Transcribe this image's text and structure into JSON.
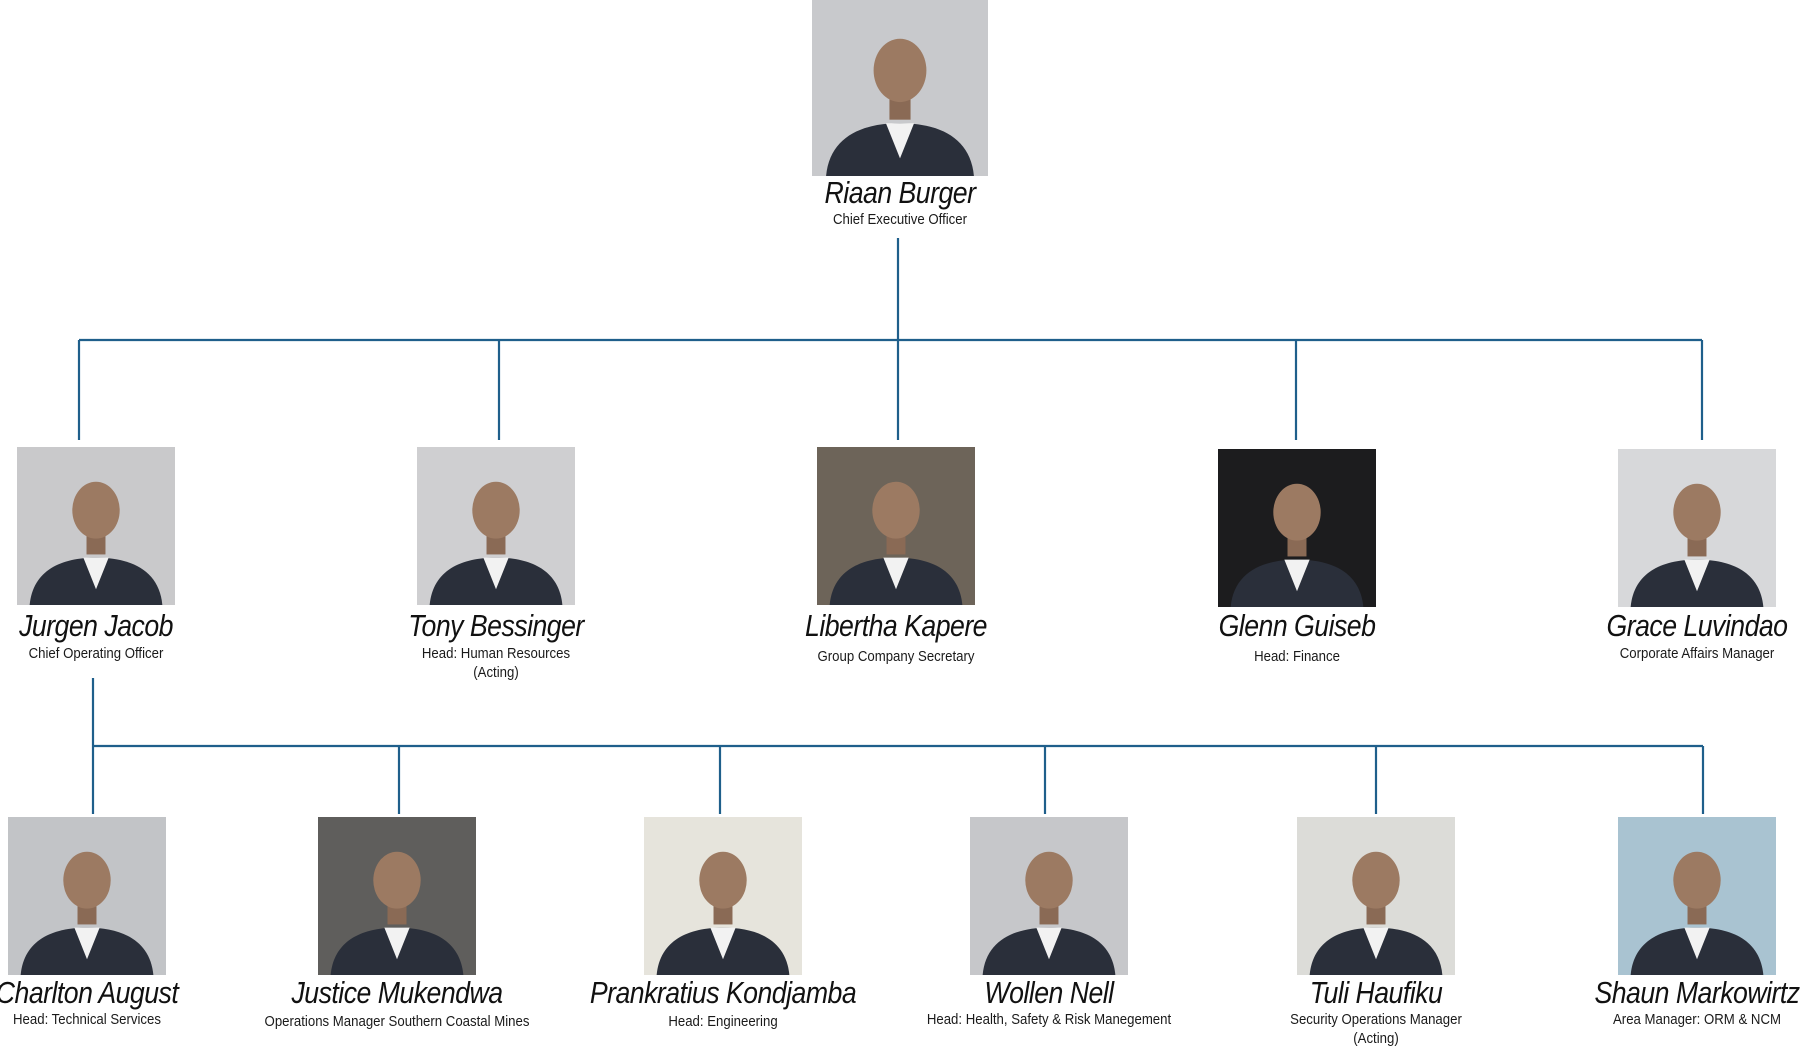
{
  "connector_color": "#1f5f8b",
  "ceo": {
    "name": "Riaan Burger",
    "role_lines": [
      "Chief Executive Officer"
    ],
    "photo_bg": "#c8c9cc"
  },
  "executives": [
    {
      "name": "Jurgen Jacob",
      "role_lines": [
        "Chief Operating Officer"
      ],
      "photo_bg": "#c9c9cb"
    },
    {
      "name": "Tony Bessinger",
      "role_lines": [
        "Head: Human Resources",
        "(Acting)"
      ],
      "photo_bg": "#cfcfd1"
    },
    {
      "name": "Libertha Kapere",
      "role_lines": [
        "Group Company Secretary"
      ],
      "photo_bg": "#6d6459"
    },
    {
      "name": "Glenn Guiseb",
      "role_lines": [
        "Head: Finance"
      ],
      "photo_bg": "#1c1c1e"
    },
    {
      "name": "Grace Luvindao",
      "role_lines": [
        "Corporate Affairs Manager"
      ],
      "photo_bg": "#d7d8da"
    }
  ],
  "operations_team": [
    {
      "name": "Charlton August",
      "role_lines": [
        "Head: Technical Services"
      ],
      "photo_bg": "#c2c4c7"
    },
    {
      "name": "Justice Mukendwa",
      "role_lines": [
        "Operations Manager Southern Coastal Mines"
      ],
      "photo_bg": "#5f5e5c"
    },
    {
      "name": "Prankratius Kondjamba",
      "role_lines": [
        "Head: Engineering"
      ],
      "photo_bg": "#e6e4dc"
    },
    {
      "name": "Wollen Nell",
      "role_lines": [
        "Head: Health, Safety & Risk Manegement"
      ],
      "photo_bg": "#c6c7ca"
    },
    {
      "name": "Tuli Haufiku",
      "role_lines": [
        "Security Operations Manager",
        "(Acting)"
      ],
      "photo_bg": "#dcdcd8"
    },
    {
      "name": "Shaun Markowirtz",
      "role_lines": [
        "Area Manager: ORM & NCM"
      ],
      "photo_bg": "#a9c3d1"
    }
  ]
}
